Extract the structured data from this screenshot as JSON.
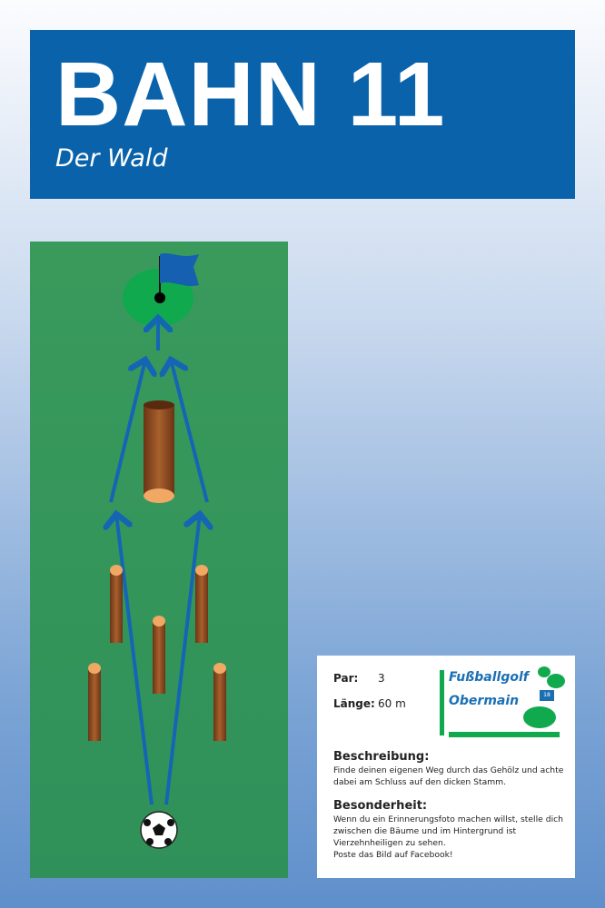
{
  "header": {
    "title": "BAHN 11",
    "subtitle": "Der Wald"
  },
  "info": {
    "par_label": "Par:",
    "par_value": "3",
    "length_label": "Länge:",
    "length_value": "60 m",
    "logo": {
      "line1": "Fußballgolf",
      "line2": "Obermain",
      "flag_number": "18"
    },
    "description_heading": "Beschreibung:",
    "description_text": "Finde deinen eigenen Weg durch das Gehölz und achte dabei am Schluss auf den dicken Stamm.",
    "special_heading": "Besonderheit:",
    "special_text_1": "Wenn du ein Erinnerungsfoto machen willst, stelle dich zwischen die Bäume und im Hintergrund ist Vierzehnheiligen zu sehen.",
    "special_text_2": "Poste das Bild auf Facebook!"
  },
  "colors": {
    "header": "#0a63aa",
    "field": "#3f9e5f",
    "green": "#10a94e",
    "arrow": "#1565b5",
    "log": "#8a4a22"
  }
}
